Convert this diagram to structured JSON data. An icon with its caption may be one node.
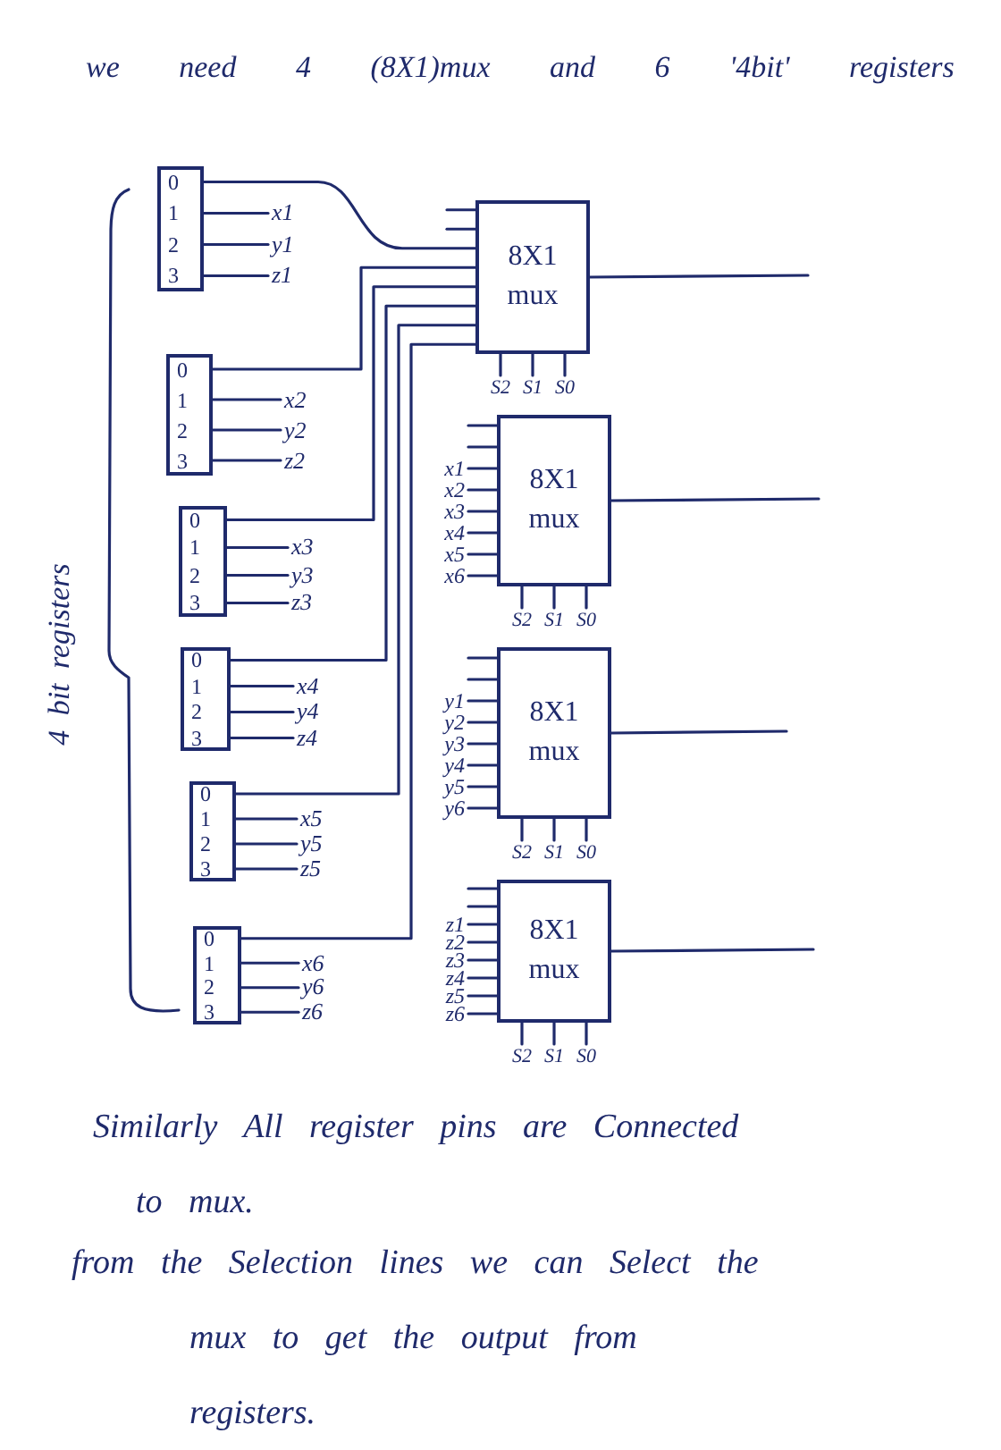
{
  "diagram": {
    "title": "we need 4 (8X1)mux and 6 '4bit' registers",
    "nodes": [
      {
        "text": [
          "0",
          "1",
          "2",
          "3"
        ],
        "beside": [
          "x1",
          "y1",
          "z1"
        ]
      },
      {
        "text": [
          "0",
          "1",
          "2",
          "3"
        ],
        "beside": [
          "x2",
          "y2",
          "z2"
        ]
      },
      {
        "text": [
          "0",
          "1",
          "2",
          "3"
        ],
        "beside": [
          "x3",
          "y3",
          "z3"
        ]
      },
      {
        "text": [
          "0",
          "1",
          "2",
          "3"
        ],
        "beside": [
          "x4",
          "y4",
          "z4"
        ]
      },
      {
        "text": [
          "0",
          "1",
          "2",
          "3"
        ],
        "beside": [
          "x5",
          "y5",
          "z5"
        ]
      },
      {
        "text": [
          "0",
          "1",
          "2",
          "3"
        ],
        "beside": [
          "x6",
          "y6",
          "z6"
        ]
      },
      {
        "text": [
          "8X1 mux"
        ],
        "beside": [
          "S2",
          "S1",
          "S0"
        ]
      },
      {
        "text": [
          "8X1 mux"
        ],
        "beside": [
          "x1",
          "x2",
          "x3",
          "x4",
          "x5",
          "x6",
          "S2",
          "S1",
          "S0"
        ]
      },
      {
        "text": [
          "8X1 mux"
        ],
        "beside": [
          "y1",
          "y2",
          "y3",
          "y4",
          "y5",
          "y6",
          "S2",
          "S1",
          "S0"
        ]
      },
      {
        "text": [
          "8X1 mux"
        ],
        "beside": [
          "z1",
          "z2",
          "z3",
          "z4",
          "z5",
          "z6",
          "S2",
          "S1",
          "S0"
        ]
      }
    ],
    "edges": [
      {
        "from": 0,
        "to": 6,
        "arrow": "none"
      },
      {
        "from": 1,
        "to": 6,
        "arrow": "none"
      },
      {
        "from": 2,
        "to": 6,
        "arrow": "none"
      },
      {
        "from": 3,
        "to": 6,
        "arrow": "none"
      },
      {
        "from": 4,
        "to": 6,
        "arrow": "none"
      },
      {
        "from": 5,
        "to": 6,
        "arrow": "none"
      },
      {
        "from": 6,
        "to": null,
        "arrow": "none"
      },
      {
        "from": 7,
        "to": null,
        "arrow": "none"
      },
      {
        "from": 8,
        "to": null,
        "arrow": "none"
      },
      {
        "from": 9,
        "to": null,
        "arrow": "none"
      }
    ],
    "labels": [
      "4 bit registers",
      "Similarly All register pins are Connected to mux.",
      "from the Selection lines we can Select the mux to get the output from registers."
    ]
  }
}
